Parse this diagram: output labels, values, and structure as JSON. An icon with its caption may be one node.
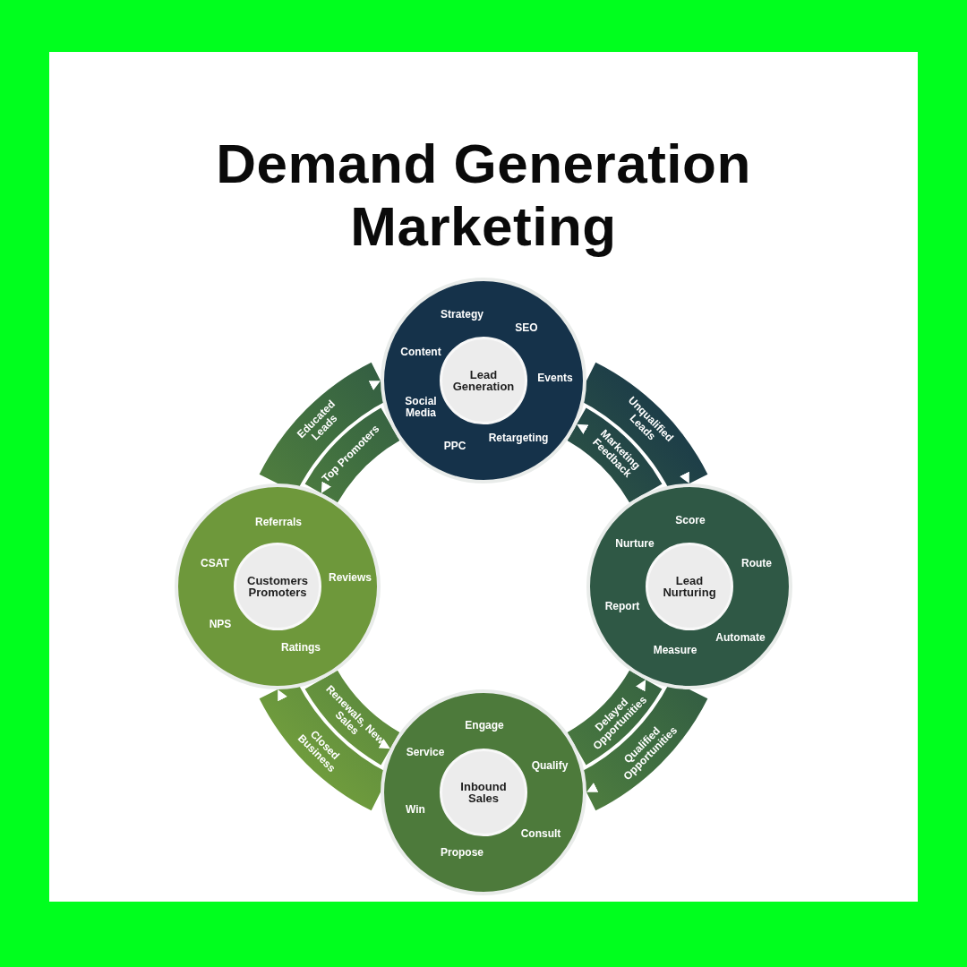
{
  "diagram": {
    "title": "Demand Generation Marketing",
    "nodes": [
      {
        "text": [
          "Strategy",
          "SEO",
          "Events",
          "Retargeting",
          "PPC",
          "Social Media",
          "Content"
        ]
      },
      {
        "text": [
          "Lead Generation"
        ],
        "in": 0
      },
      {
        "text": [
          "Referrals",
          "Reviews",
          "Ratings",
          "NPS",
          "CSAT"
        ]
      },
      {
        "text": [
          "Customers Promoters"
        ],
        "in": 2
      },
      {
        "text": [
          "Score",
          "Route",
          "Automate",
          "Measure",
          "Report",
          "Nurture"
        ]
      },
      {
        "text": [
          "Lead Nurturing"
        ],
        "in": 4
      },
      {
        "text": [
          "Engage",
          "Qualify",
          "Consult",
          "Propose",
          "Win",
          "Service"
        ]
      },
      {
        "text": [
          "Inbound Sales"
        ],
        "in": 6
      }
    ],
    "edges": [
      {
        "from": 0,
        "to": 4,
        "arrow": "to",
        "label": "Unqualified Leads"
      },
      {
        "from": 4,
        "to": 0,
        "arrow": "to",
        "label": "Marketing Feedback"
      },
      {
        "from": 2,
        "to": 0,
        "arrow": "to",
        "label": "Educated Leads"
      },
      {
        "from": 0,
        "to": 2,
        "arrow": "to",
        "label": "Top Promoters"
      },
      {
        "from": 4,
        "to": 6,
        "arrow": "to",
        "label": "Qualified Opportunities"
      },
      {
        "from": 6,
        "to": 4,
        "arrow": "to",
        "label": "Delayed Opportunities"
      },
      {
        "from": 6,
        "to": 2,
        "arrow": "to",
        "label": "Closed Business"
      },
      {
        "from": 2,
        "to": 6,
        "arrow": "to",
        "label": "Renewals, New Sales"
      }
    ]
  }
}
